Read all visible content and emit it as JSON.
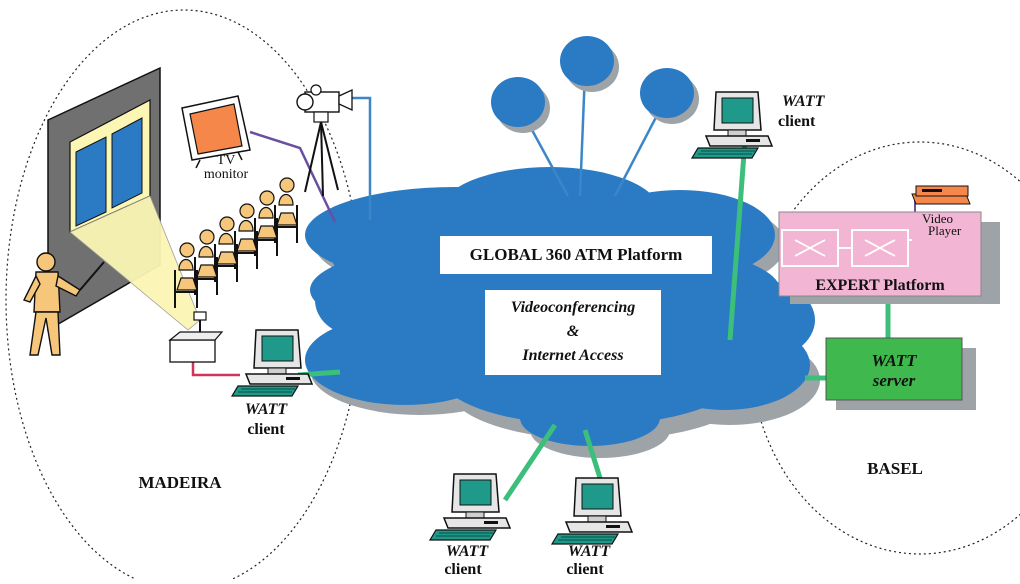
{
  "colors": {
    "cloud": "#2a7bc4",
    "cloud_shadow": "#9ea3a8",
    "link_green": "#3cbf7a",
    "link_blue": "#3a86c8",
    "link_purple": "#6a4fa0",
    "link_red": "#d0345a",
    "expert_pink": "#f2b6d4",
    "server_green": "#3fb84d",
    "terminal_green": "#1f9a8a",
    "tv_orange": "#f5874a",
    "projection_yellow": "#fbf6b4",
    "figure_tan": "#f6c77a"
  },
  "cloud": {
    "title": "GLOBAL 360 ATM Platform",
    "services_line1": "Videoconferencing",
    "services_line2": "&",
    "services_line3": "Internet Access"
  },
  "madeira": {
    "region_label": "MADEIRA",
    "tv_label_1": "TV",
    "tv_label_2": "monitor",
    "client_label_1": "WATT",
    "client_label_2": "client"
  },
  "basel": {
    "region_label": "BASEL",
    "expert_label": "EXPERT Platform",
    "video_player_1": "Video",
    "video_player_2": "Player",
    "server_label_1": "WATT",
    "server_label_2": "server"
  },
  "top_client": {
    "label_1": "WATT",
    "label_2": "client"
  },
  "bottom_client_left": {
    "label_1": "WATT",
    "label_2": "client"
  },
  "bottom_client_right": {
    "label_1": "WATT",
    "label_2": "client"
  }
}
